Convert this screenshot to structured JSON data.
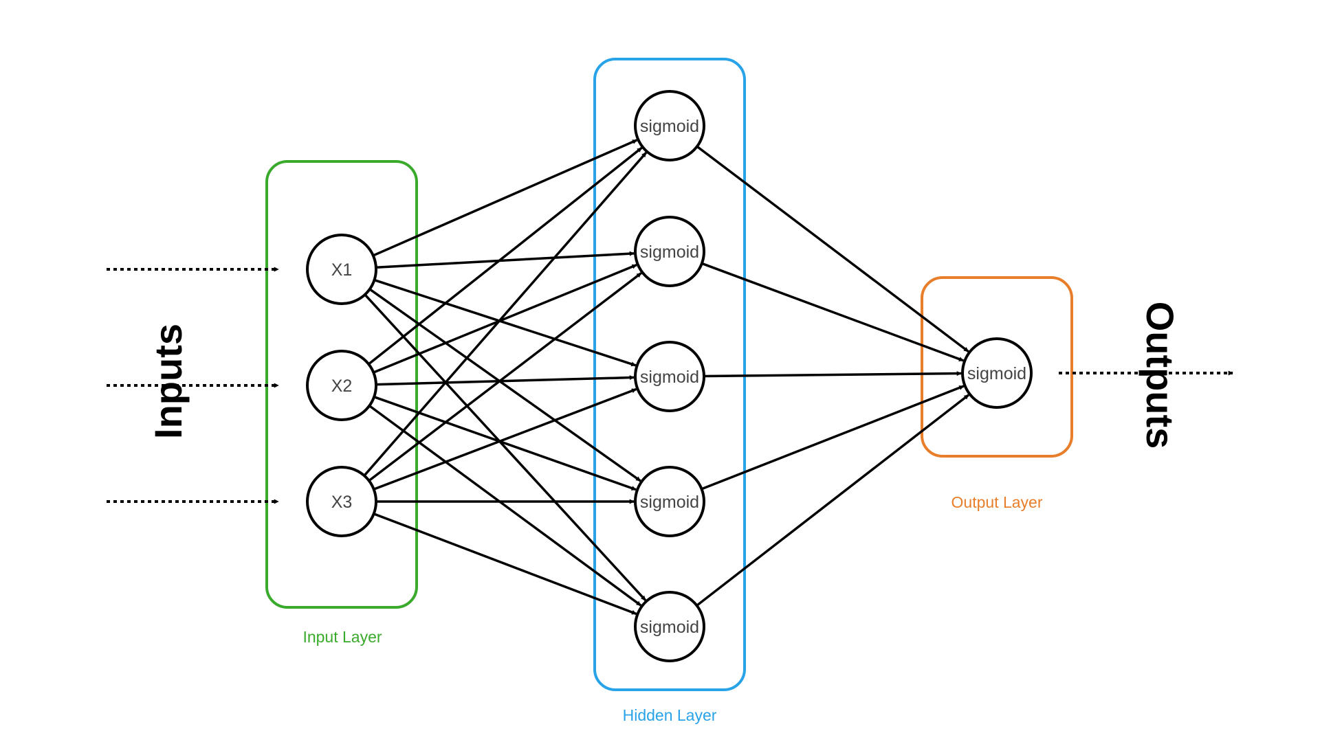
{
  "colors": {
    "input_layer": "#3aaa2c",
    "hidden_layer": "#28a3e8",
    "output_layer": "#e87e2a",
    "edge": "#000000",
    "node_stroke": "#000000"
  },
  "side_labels": {
    "inputs": "Inputs",
    "outputs": "Outputs"
  },
  "layers": {
    "input": {
      "label": "Input Layer",
      "nodes": [
        "X1",
        "X2",
        "X3"
      ]
    },
    "hidden": {
      "label": "Hidden Layer",
      "nodes": [
        "sigmoid",
        "sigmoid",
        "sigmoid",
        "sigmoid",
        "sigmoid"
      ]
    },
    "output": {
      "label": "Output Layer",
      "nodes": [
        "sigmoid"
      ]
    }
  }
}
